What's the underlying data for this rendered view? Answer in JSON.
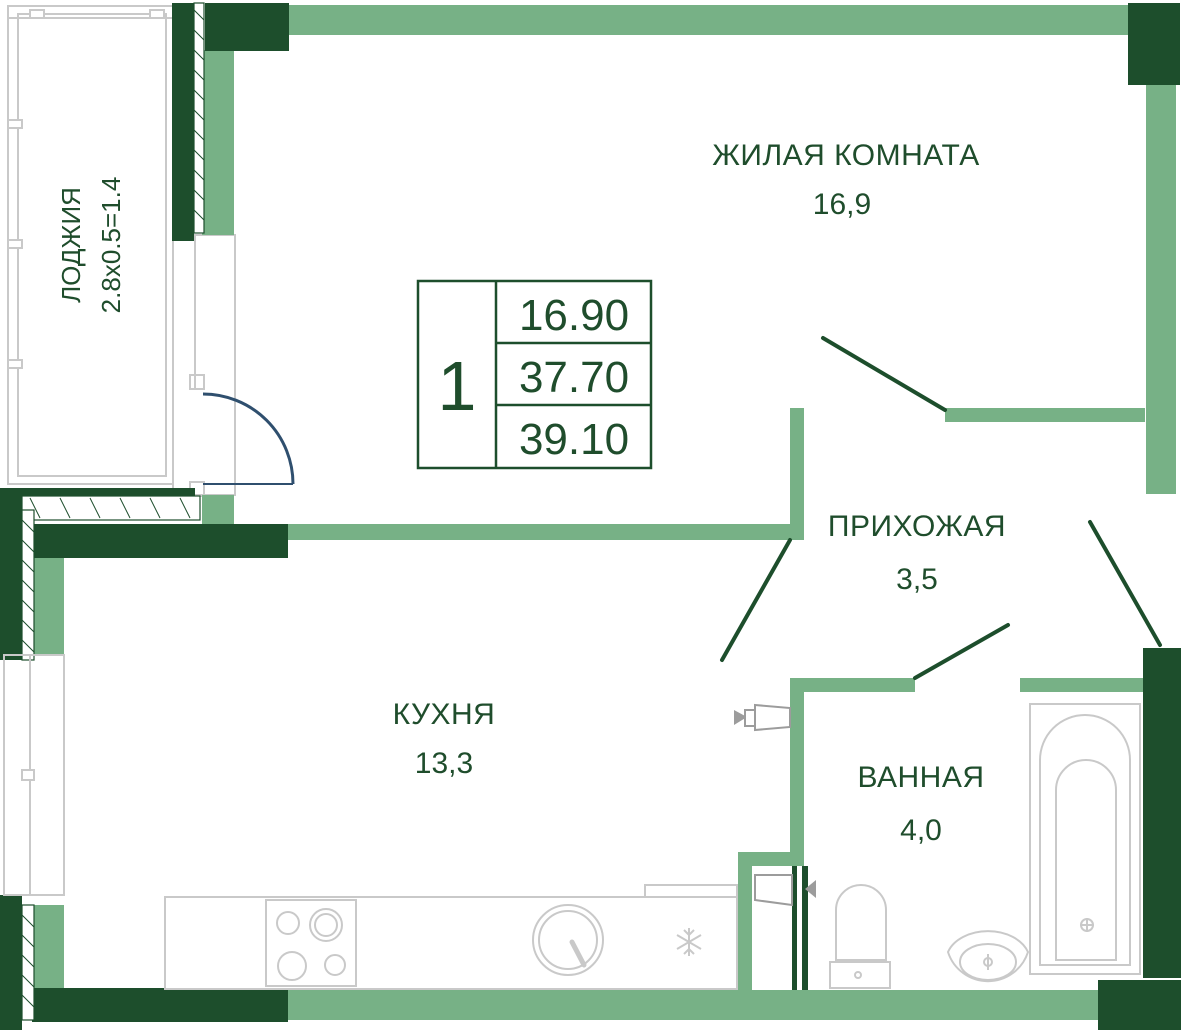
{
  "colors": {
    "wall_dark": "#1d4e2c",
    "wall_light": "#77b186",
    "fixture_gray": "#c9c9c9",
    "door_blue": "#2f4f6e",
    "text": "#1f4d2c"
  },
  "rooms": {
    "living": {
      "label": "ЖИЛАЯ КОМНАТА",
      "area": "16,9"
    },
    "hall": {
      "label": "ПРИХОЖАЯ",
      "area": "3,5"
    },
    "kitchen": {
      "label": "КУХНЯ",
      "area": "13,3"
    },
    "bath": {
      "label": "ВАННАЯ",
      "area": "4,0"
    },
    "loggia": {
      "label": "ЛОДЖИЯ",
      "formula": "2.8x0.5=1.4"
    }
  },
  "summary": {
    "rooms_count": "1",
    "living_area": "16.90",
    "total_area": "37.70",
    "total_with_loggia": "39.10"
  },
  "icons": {
    "fridge": "snowflake-icon",
    "stove": "stove-icon",
    "sink": "sink-icon"
  }
}
